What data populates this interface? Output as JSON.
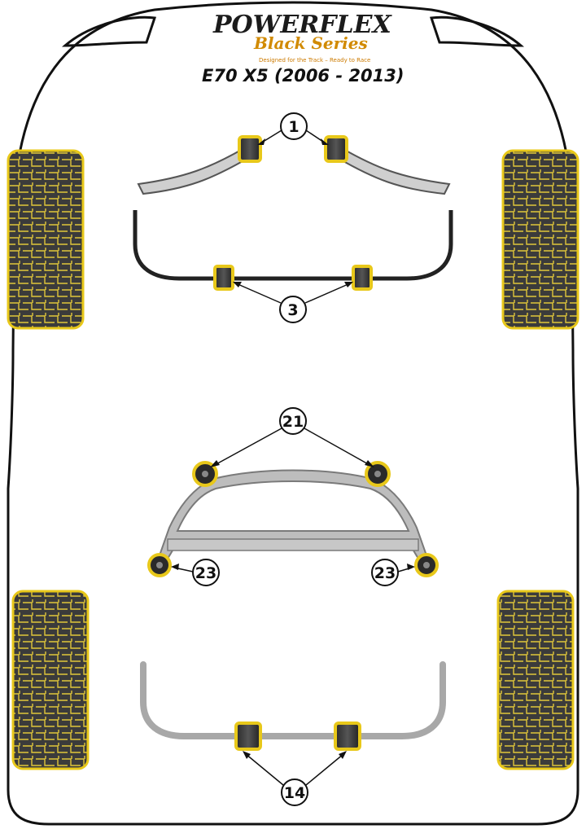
{
  "logo": {
    "brand": "POWERFLEX",
    "series": "Black Series",
    "tagline": "Designed for the Track – Ready to Race"
  },
  "title": "E70 X5 (2006 - 2013)",
  "callouts": {
    "c1": "1",
    "c3": "3",
    "c21": "21",
    "c23_left": "23",
    "c23_right": "23",
    "c14": "14"
  },
  "colors": {
    "bush_yellow": "#e8c81a",
    "bush_dark": "#2b2b2b",
    "bar_grey": "#a8a8a8",
    "tyre_fill": "#3a3a3a"
  }
}
